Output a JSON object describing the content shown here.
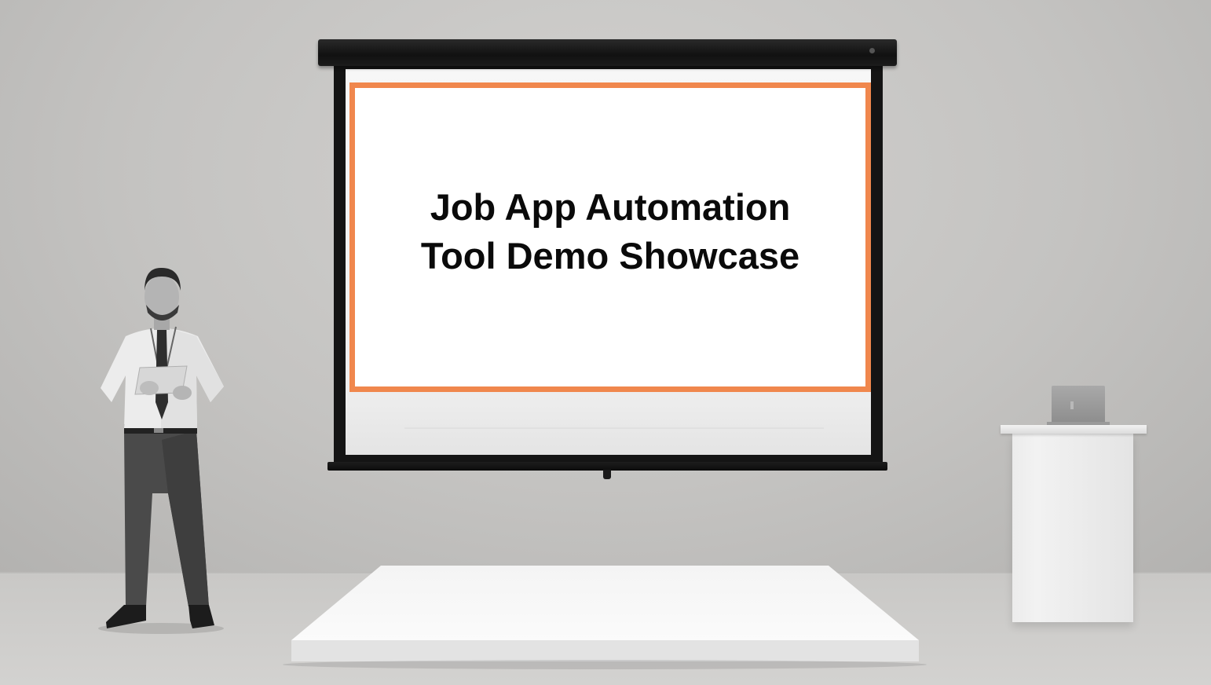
{
  "scene": {
    "description_role": "presentation stage",
    "slide": {
      "title_line1": "Job App Automation",
      "title_line2": "Tool Demo Showcase",
      "border_color": "#f0874d",
      "background_color": "#ffffff",
      "text_color": "#0a0a0a"
    },
    "palette": {
      "wall": "#c4c3c1",
      "floor": "#cfcecc",
      "screen_frame": "#141414"
    }
  }
}
